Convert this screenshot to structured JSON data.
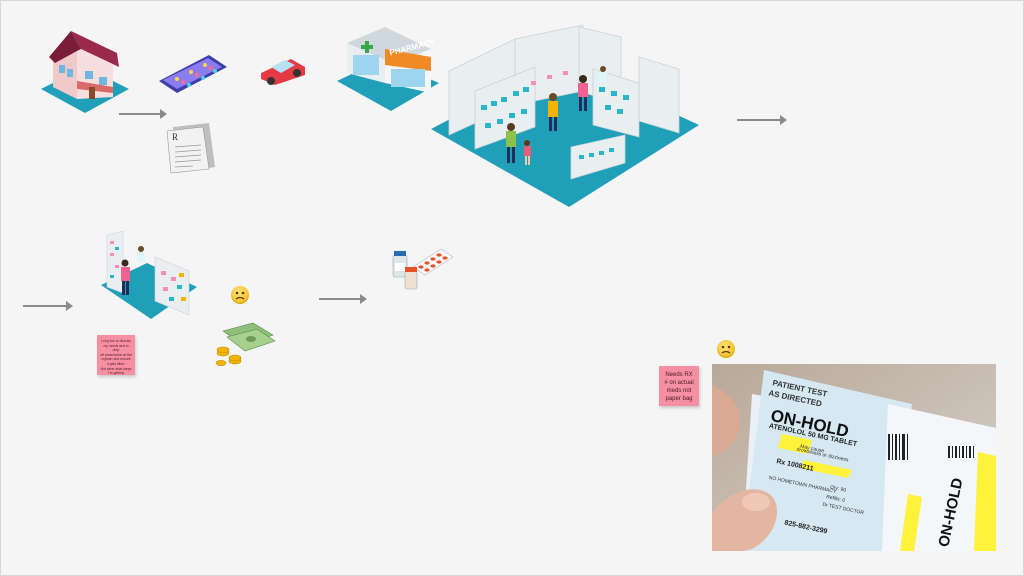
{
  "store_sign": "PHARMACY",
  "notes": {
    "note1_lines": [
      "Long line to discuss",
      "my needs and to drop",
      "off prescription at the",
      "register and ensure",
      "it gets filled.",
      "Not clear what steps",
      "I'm getting"
    ],
    "note2_lines": [
      "Needs RX",
      "# on actual",
      "meds not",
      "paper bag"
    ]
  },
  "label_photo": {
    "patient": "PATIENT TEST",
    "directions": "AS DIRECTED",
    "status": "ON-HOLD",
    "drug": "ATENOLOL 50 MG TABLET",
    "warning_1": "May cause",
    "warning_2": "drowsiness or dizziness",
    "rx": "Rx 1008211",
    "pharmacy": "NO HOMETOWN PHARMACY",
    "phone": "825-882-3299",
    "qty": "Qty: 90",
    "refills": "Refills: 0",
    "doctor": "Dr TEST DOCTOR",
    "side_status": "ON-HOLD"
  }
}
